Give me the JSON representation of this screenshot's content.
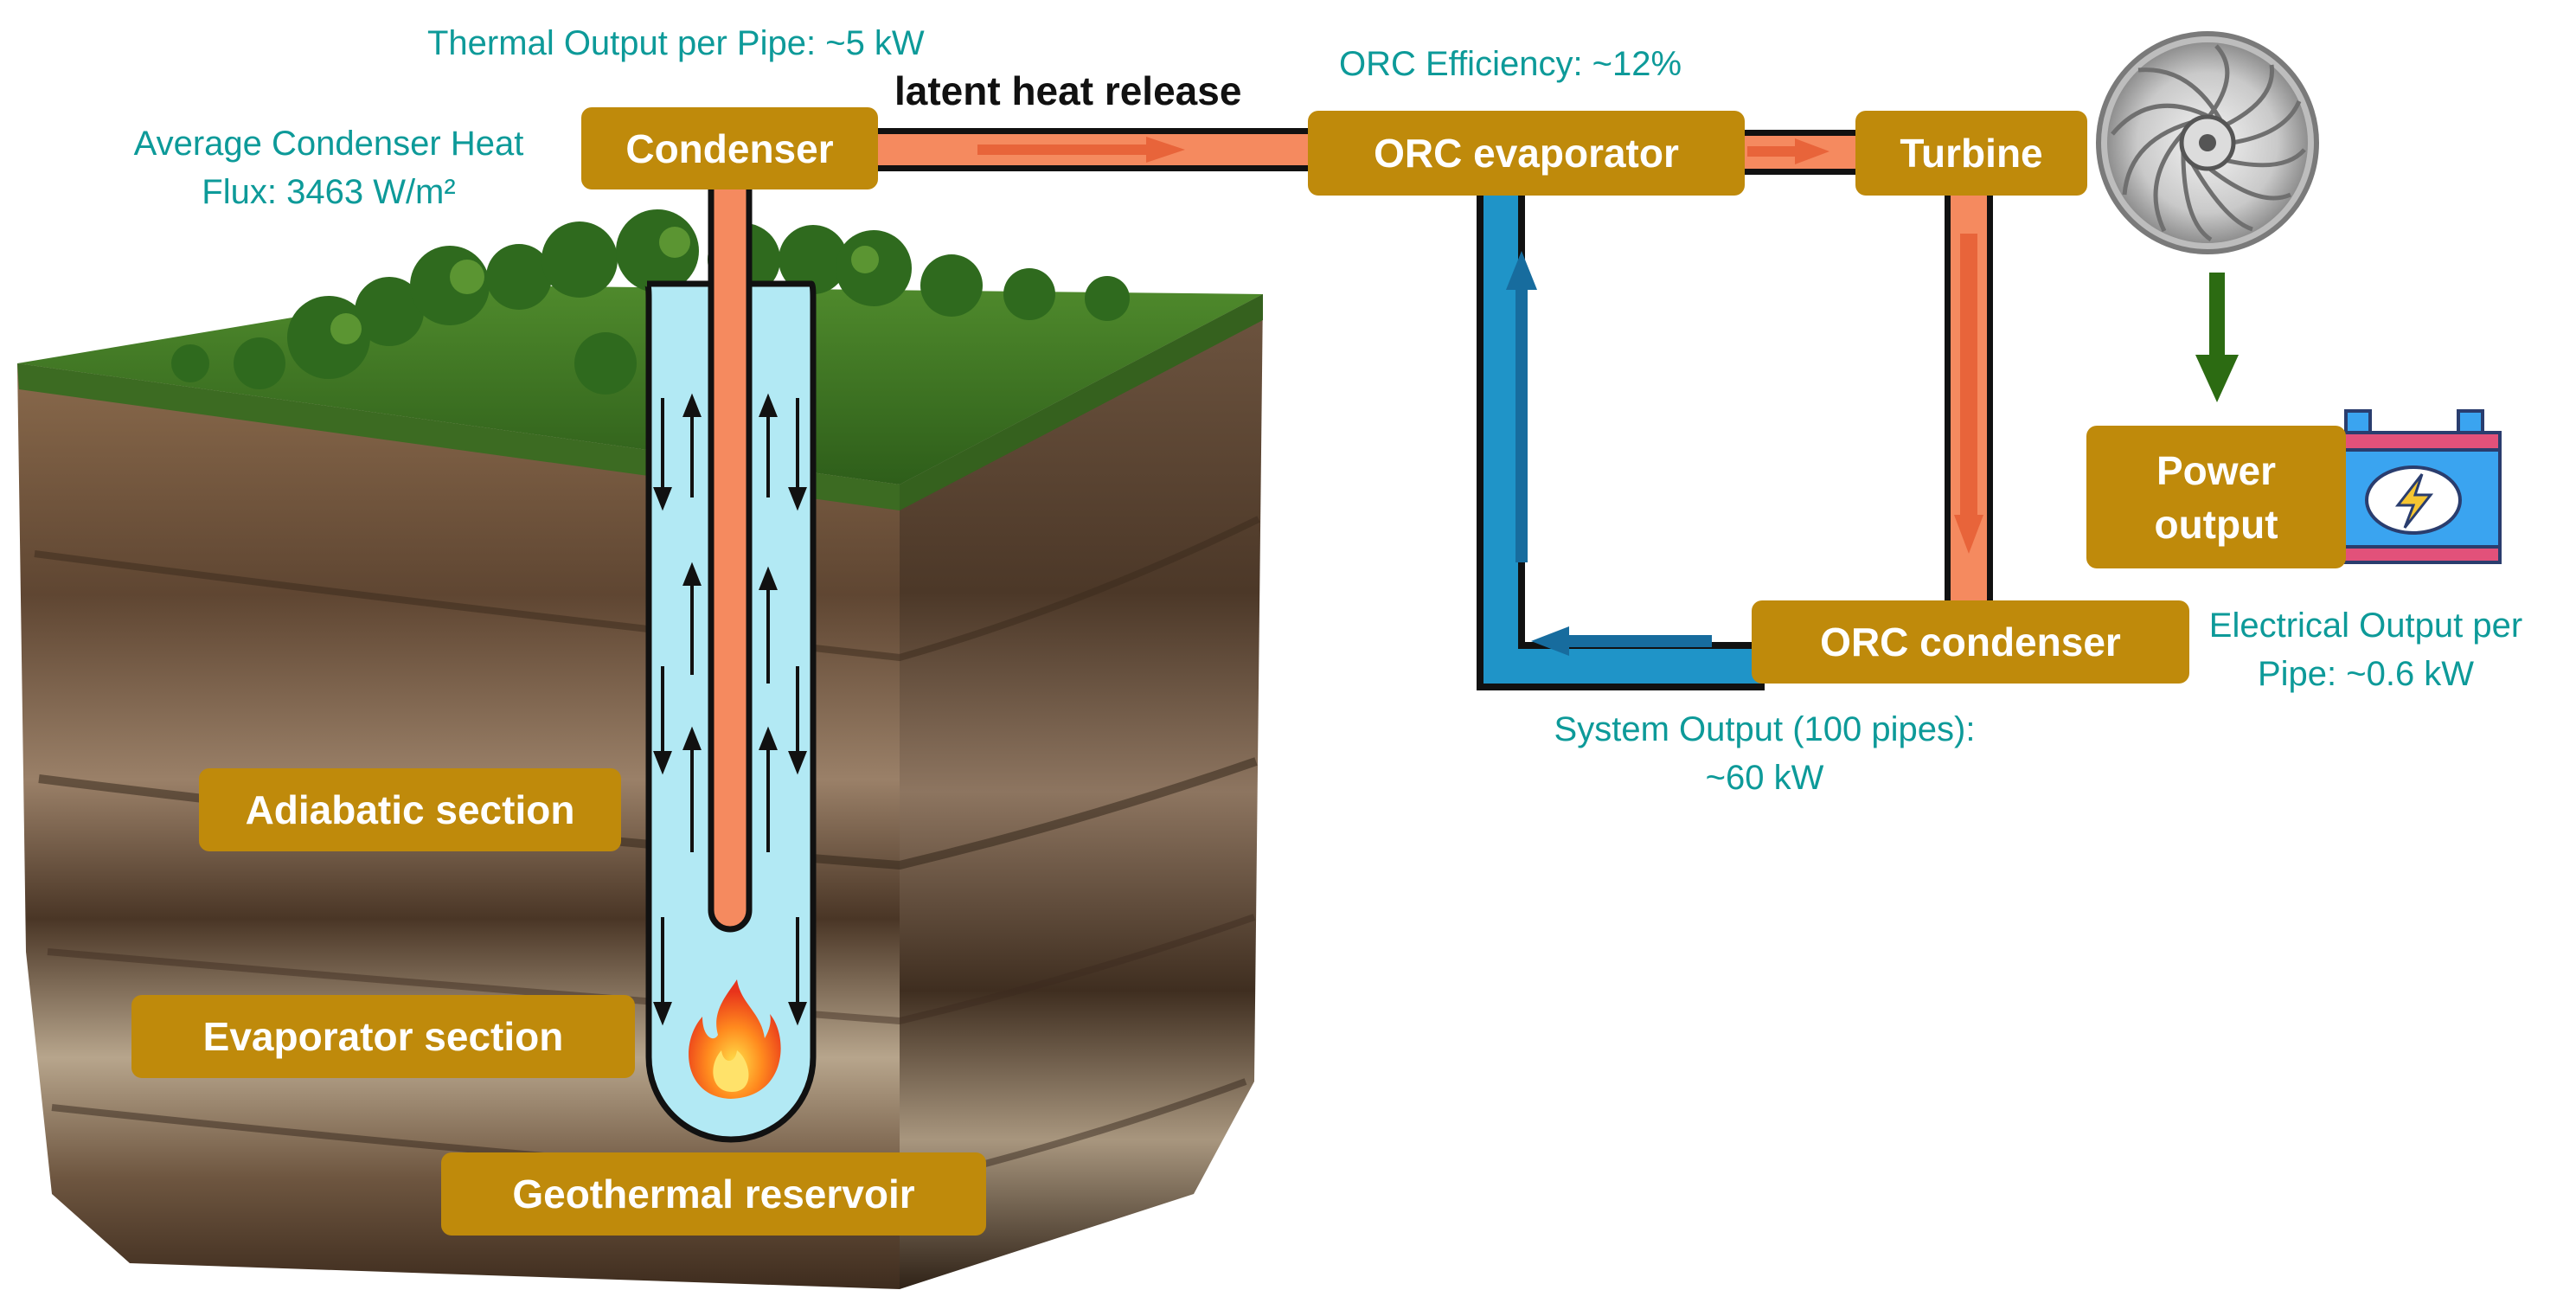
{
  "annotations": {
    "thermal_output": "Thermal Output per Pipe: ~5 kW",
    "condenser_flux_line1": "Average Condenser Heat",
    "condenser_flux_line2": "Flux: 3463 W/m²",
    "orc_efficiency": "ORC Efficiency: ~12%",
    "latent_heat": "latent heat release",
    "electrical_line1": "Electrical Output per",
    "electrical_line2": "Pipe: ~0.6 kW",
    "system_line1": "System Output (100 pipes):",
    "system_line2": "~60 kW"
  },
  "boxes": {
    "condenser": "Condenser",
    "orc_evaporator": "ORC evaporator",
    "turbine": "Turbine",
    "orc_condenser": "ORC condenser",
    "power_line1": "Power",
    "power_line2": "output",
    "adiabatic": "Adiabatic section",
    "evaporator": "Evaporator section",
    "reservoir": "Geothermal reservoir"
  },
  "icons": [
    "turbine-wheel-icon",
    "battery-icon",
    "lightning-icon",
    "flame-icon",
    "tree-icon"
  ],
  "colors": {
    "label_box": "#bf8a0b",
    "note_text": "#0d9a99",
    "hot_pipe": "#f58a5f",
    "hot_arrow": "#e8643a",
    "cold_pipe": "#1f94c8",
    "cold_arrow": "#176c9e",
    "well_fluid": "#b2e9f4",
    "down_arrow": "#2c6b12",
    "battery_body": "#3aa4f0",
    "battery_trim": "#e2517a"
  }
}
